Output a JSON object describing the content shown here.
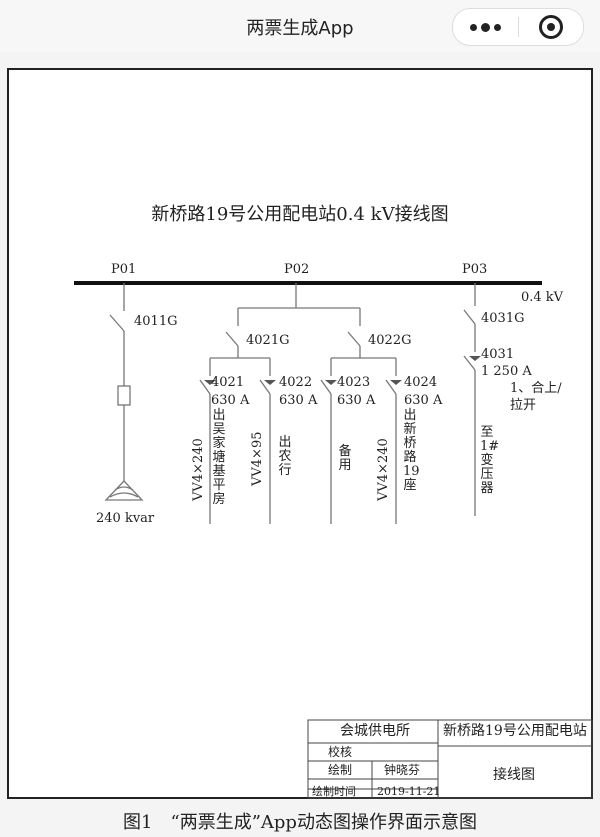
{
  "app": {
    "title": "两票生成App",
    "more_icon": "more-dots-icon",
    "close_icon": "target-close-icon"
  },
  "diagram": {
    "title": "新桥路19号公用配电站0.4 kV接线图",
    "voltage_label": "0.4 kV",
    "bus_labels": [
      "P01",
      "P02",
      "P03"
    ],
    "switches": {
      "s4011g": "4011G",
      "s4021g": "4021G",
      "s4022g": "4022G",
      "s4031g": "4031G",
      "s4031": "4031",
      "s4031_current": "1 250 A",
      "s4031_note": "1、合上/",
      "s4031_note2": "拉开"
    },
    "feeders": [
      {
        "id": "4021",
        "current": "630 A",
        "cable": "VV4×240",
        "destination": "出吴家塘基平房"
      },
      {
        "id": "4022",
        "current": "630 A",
        "cable": "VV4×95",
        "destination": "出农行"
      },
      {
        "id": "4023",
        "current": "630 A",
        "cable": "",
        "destination": "备用"
      },
      {
        "id": "4024",
        "current": "630 A",
        "cable": "VV4×240",
        "destination": "出新桥路19座"
      }
    ],
    "transformer_text": "至1#变压器",
    "capacitor_label": "240 kvar",
    "title_block": {
      "company": "会城供电所",
      "station": "新桥路19号公用配电站",
      "review_label": "校核",
      "draw_label": "绘制",
      "drawer": "钟晓芬",
      "draw_time_label": "绘制时间",
      "draw_date": "2019-11-21",
      "drawing_name": "接线图"
    }
  },
  "caption": "图1　“两票生成”App动态图操作界面示意图"
}
